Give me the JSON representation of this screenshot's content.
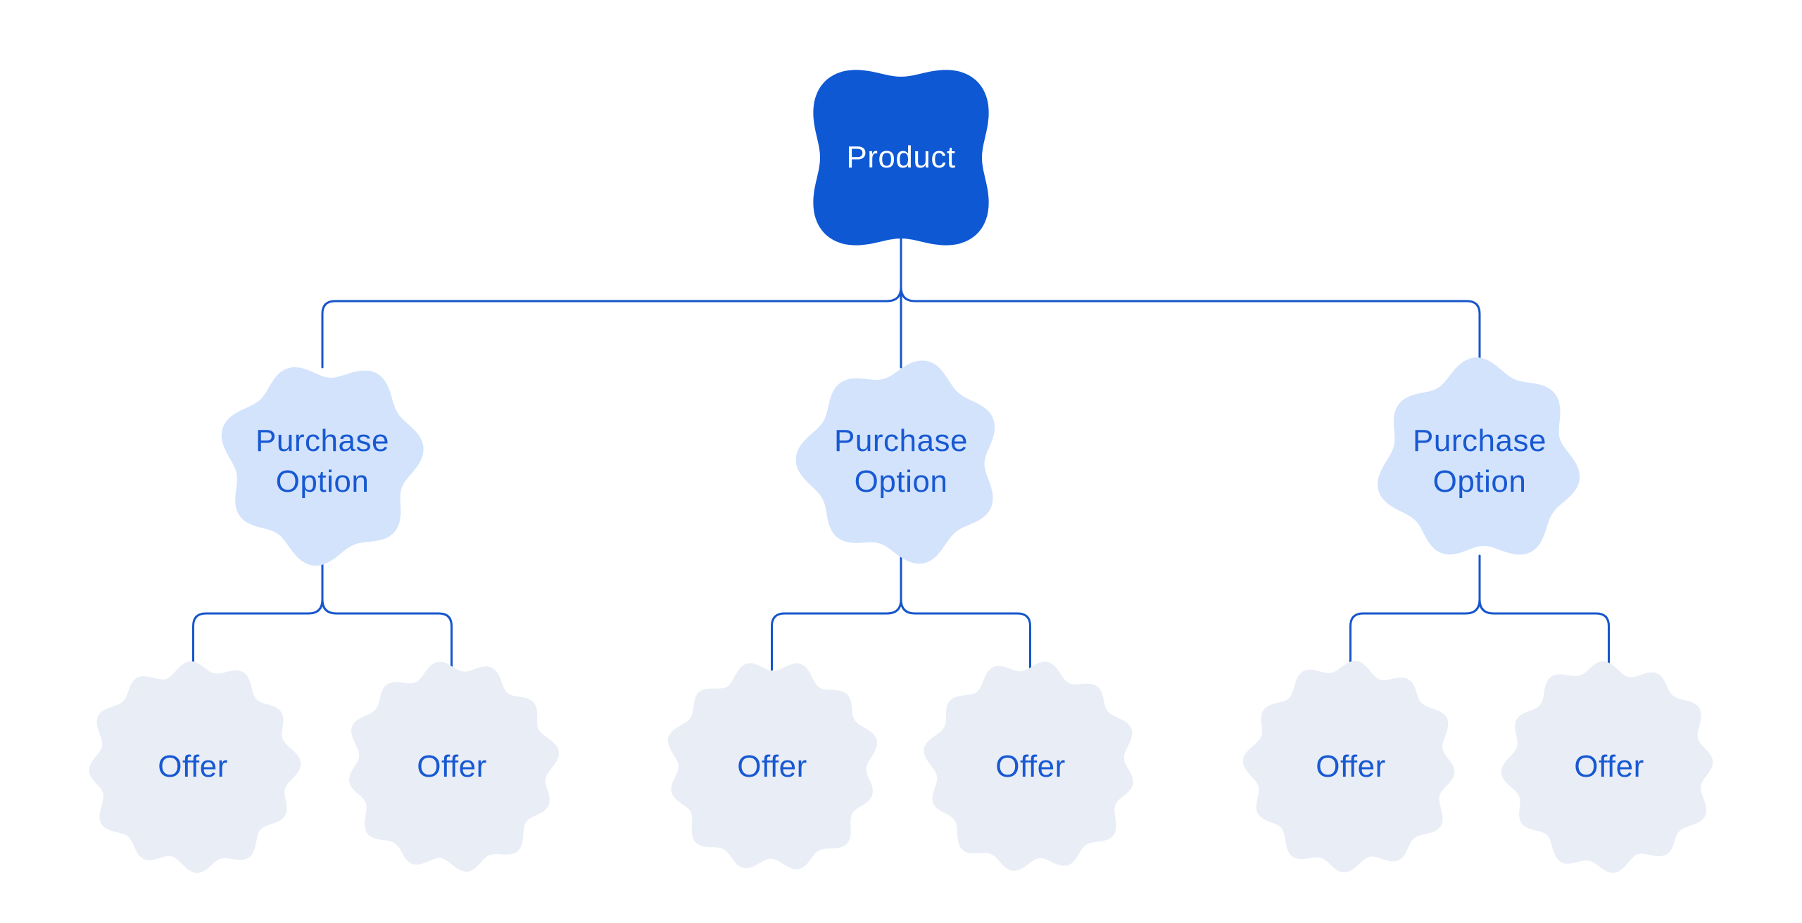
{
  "diagram": {
    "background": "#ffffff",
    "colors": {
      "product_fill": "#0e58d4",
      "product_text": "#ffffff",
      "purchase_fill": "#d3e3fc",
      "offer_fill": "#e9edf6",
      "node_text": "#1859d2",
      "connector": "#1656cb"
    },
    "root": {
      "label": "Product"
    },
    "purchase_options": [
      {
        "label": "Purchase Option",
        "offers": [
          {
            "label": "Offer"
          },
          {
            "label": "Offer"
          }
        ]
      },
      {
        "label": "Purchase Option",
        "offers": [
          {
            "label": "Offer"
          },
          {
            "label": "Offer"
          }
        ]
      },
      {
        "label": "Purchase Option",
        "offers": [
          {
            "label": "Offer"
          },
          {
            "label": "Offer"
          }
        ]
      }
    ]
  }
}
